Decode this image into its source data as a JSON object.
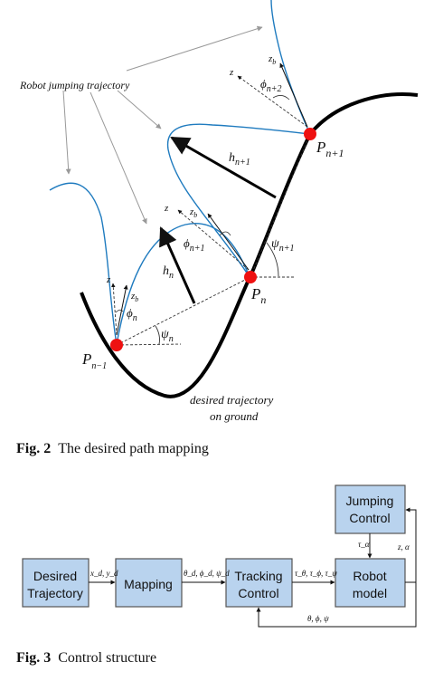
{
  "fig2": {
    "number": "Fig. 2",
    "title": "The desired path mapping",
    "robot_label": "Robot jumping trajectory",
    "ground_label_1": "desired trajectory",
    "ground_label_2": "on ground",
    "points": {
      "p_prev": {
        "base": "P",
        "sub": "n−1"
      },
      "p_n": {
        "base": "P",
        "sub": "n"
      },
      "p_next": {
        "base": "P",
        "sub": "n+1"
      }
    },
    "heights": {
      "h_n": {
        "base": "h",
        "sub": "n"
      },
      "h_next": {
        "base": "h",
        "sub": "n+1"
      }
    },
    "angles": {
      "psi_n": {
        "base": "ψ",
        "sub": "n"
      },
      "psi_next": {
        "base": "ψ",
        "sub": "n+1"
      },
      "phi_n": {
        "base": "ϕ",
        "sub": "n"
      },
      "phi_next": {
        "base": "ϕ",
        "sub": "n+1"
      },
      "phi_next2": {
        "base": "ϕ",
        "sub": "n+2"
      }
    },
    "axes": {
      "z": "z",
      "zb_base": "z",
      "zb_sub": "b"
    }
  },
  "fig3": {
    "number": "Fig. 3",
    "title": "Control structure",
    "blocks": {
      "desired": [
        "Desired",
        "Trajectory"
      ],
      "mapping": "Mapping",
      "tracking": [
        "Tracking",
        "Control"
      ],
      "robot": [
        "Robot",
        "model"
      ],
      "jumping": [
        "Jumping",
        "Control"
      ]
    },
    "signals": {
      "xy": "x_d, y_d",
      "angles": "θ_d, ϕ_d, ψ_d",
      "torques": "τ_θ, τ_ϕ, τ_ψ",
      "tau_alpha": "τ_α",
      "z_alpha": "z, α",
      "feedback": "θ, ϕ, ψ"
    }
  },
  "colors": {
    "trajectory": "#1f7bbf",
    "block_fill": "#b9d3ee",
    "block_stroke": "#555555",
    "point": "#ee1111"
  }
}
